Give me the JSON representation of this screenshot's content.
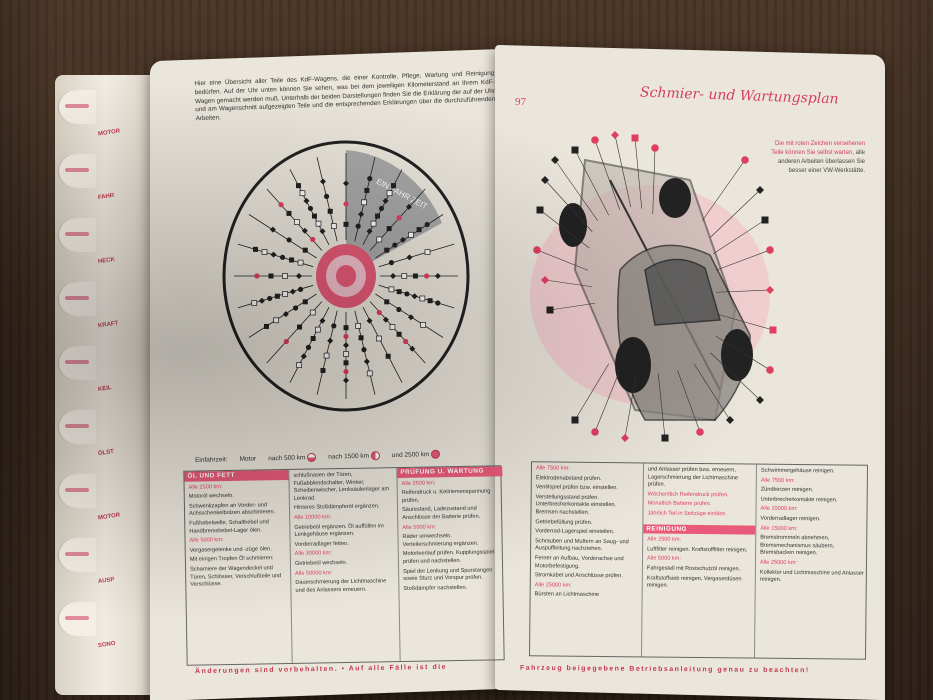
{
  "left_page": {
    "intro": "Hier eine Übersicht aller Teile des KdF-Wagens, die einer Kontrolle, Pflege, Wartung und Reinigung bedürfen. Auf der Uhr unten können Sie sehen, was bei dem jeweiligen Kilometerstand an Ihrem KdF-Wagen gemacht werden muß. Unterhalb der beiden Darstellungen finden Sie die Erklärung der auf der Uhr und am Wagenschnitt aufgezeigten Teile und die entsprechenden Erklärungen über die durchzuführenden Arbeiten.",
    "clock_label": "EIN FAHR ZEIT",
    "phases": {
      "label": "Einfahrzeit:",
      "motor": "Motor",
      "p1": "nach 500 km",
      "p2": "nach 1500 km",
      "p3": "und 2500 km"
    },
    "col1": {
      "header": "ÖL UND FETT",
      "items": [
        "Alle 2500 km:",
        "Motoröl wechseln.",
        "Schwenkzapfen an Vorder- und Achsschenkelbolzen abschmieren.",
        "Fußhebelwelle, Schalthebel und Handbremshebel-Lager ölen.",
        "Alle 5000 km:",
        "Vergasergelenke und -züge ölen.",
        "Mit einigen Tropfen Öl schmieren:",
        "Scharniere der Wagendeckel und Türen, Schlösser, Verschlußteile und Verschlüsse."
      ]
    },
    "col2": {
      "items": [
        "schlußnasen der Türen, Fußabblendschalter, Winker, Scheibenwischer, Lenksäulenlager am Lenkrad.",
        "Hinteres Stoßdämpferöl ergänzen.",
        "Alle 10000 km:",
        "Getriebeöl ergänzen. Öl auffüllen im Lenkgehäuse ergänzen.",
        "Vorderradlager fetten.",
        "Alle 30000 km:",
        "Getriebeöl wechseln.",
        "Alle 50000 km:",
        "Dauerschmierung der Lichtmaschine und des Anlassers erneuern."
      ]
    },
    "col3": {
      "header": "PRÜFUNG U. WARTUNG",
      "items": [
        "Alle 2500 km:",
        "Reifendruck u. Keilriemenspannung prüfen.",
        "Säurestand, Ladezustand und Anschlüsse der Batterie prüfen.",
        "Alle 5000 km:",
        "Räder umwechseln. Verteilerschmierung ergänzen.",
        "Motorleerlauf prüfen. Kupplungsspiel prüfen und nachstellen.",
        "Spiel der Lenkung und Spurstangen sowie Sturz und Vorspur prüfen.",
        "Stoßdämpfer nachstellen."
      ]
    },
    "footer": "Änderungen sind vorbehalten.  •  Auf alle Fälle ist die",
    "tabs": [
      "MOTOR",
      "FAHR",
      "HECK",
      "KRAFT",
      "KEIL",
      "ÖLST",
      "MOTOR",
      "AUSP",
      "SONO"
    ]
  },
  "right_page": {
    "page_number": "97",
    "title": "Schmier- und Wartungsplan",
    "note_pink": "Die mit roten Zeichen versehenen Teile können Sie selbst warten,",
    "note_black": "alle anderen Arbeiten überlassen Sie besser einer VW-Werkstätte.",
    "col1": {
      "items": [
        "Alle 7500 km:",
        "Elektrodenabstand prüfen.",
        "Ventilspiel prüfen bzw. einstellen.",
        "Verstellungsstand prüfen. Unterbrecherkontakte einstellen. Bremsen nachstellen.",
        "Getriebefüllung prüfen.",
        "Vorderrad-Lagerspiel einstellen.",
        "Schrauben und Muttern an Saug- und Auspuffleitung nachziehen.",
        "Ferner an Aufbau, Vorderachse und Motorbefestigung.",
        "Stromkabel und Anschlüsse prüfen.",
        "Alle 25000 km:",
        "Bürsten an Lichtmaschine"
      ]
    },
    "col2": {
      "items": [
        "und Anlasser prüfen bzw. erneuern, Lagerschmierung der Lichtmaschine prüfen.",
        "Wöchentlich Reifendruck prüfen.",
        "Monatlich Batterie prüfen.",
        "Jährlich Teil in Seitzüge einölen."
      ],
      "header": "REINIGUNG",
      "clean": [
        "Alle 2500 km:",
        "Luftfilter reinigen. Kraftstofffilter reinigen.",
        "Alle 5000 km:",
        "Fahrgestell mit Rostschutzöl reinigen.",
        "Kraftstoffsieb reinigen, Vergaserdüsen reinigen."
      ]
    },
    "col3": {
      "items": [
        "Schwimmergehäuse reinigen.",
        "Alle 7500 km:",
        "Zündkerzen reinigen.",
        "Unterbrecherkontakte reinigen.",
        "Alle 10000 km:",
        "Vorderradlager reinigen.",
        "Alle 15000 km:",
        "Bremstrommeln abnehmen, Bremsmechanismus säubern, Bremsbacken reinigen.",
        "Alle 25000 km:",
        "Kollektor und Lichtmaschine und Anlasser reinigen."
      ]
    },
    "footer": "Fahrzeug beigegebene Betriebsanleitung genau zu beachten!"
  },
  "colors": {
    "accent": "#e04060",
    "paper": "#ebe6dc",
    "ink": "#222222"
  }
}
